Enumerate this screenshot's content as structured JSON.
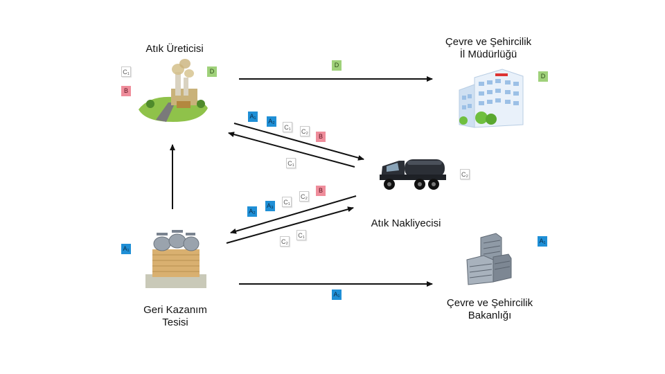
{
  "nodes": {
    "waste_producer": "Atık Üreticisi",
    "provincial_directorate_line1": "Çevre ve Şehircilik",
    "provincial_directorate_line2": "İl Müdürlüğü",
    "waste_carrier": "Atık Nakliyecisi",
    "recovery_facility_line1": "Geri Kazanım",
    "recovery_facility_line2": "Tesisi",
    "ministry_line1": "Çevre ve Şehircilik",
    "ministry_line2": "Bakanlığı"
  },
  "tags": {
    "producer_c1": "C₁",
    "producer_b": "B",
    "producer_d": "D",
    "arrow_d": "D",
    "directorate_d": "D",
    "upper_a1": "A₁",
    "upper_a2": "A₂",
    "upper_c1": "C₁",
    "upper_c2": "C₂",
    "upper_b": "B",
    "upper_return_c1": "C₁",
    "carrier_c2": "C₂",
    "lower_a2": "A₂",
    "lower_a3": "A₃",
    "lower_c1": "C₁",
    "lower_c2": "C₂",
    "lower_b": "B",
    "lower_return_c2": "C₂",
    "lower_return_c1": "C₁",
    "facility_a1": "A₁",
    "arrow_a1": "A₁",
    "ministry_a1": "A₁"
  },
  "colors": {
    "blue_tag": "#1f8fd6",
    "green_tag": "#9fd17a",
    "red_tag": "#ef8d9b",
    "arrow": "#111111"
  }
}
